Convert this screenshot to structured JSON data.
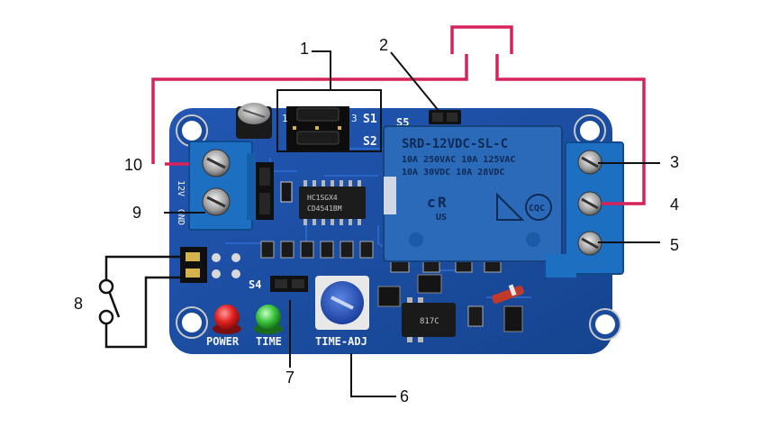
{
  "diagram": {
    "callouts": [
      "1",
      "2",
      "3",
      "4",
      "5",
      "6",
      "7",
      "8",
      "9",
      "10"
    ],
    "board": {
      "silkscreen": {
        "power": "POWER",
        "time": "TIME",
        "time_adj": "TIME-ADJ",
        "s1": "S1",
        "s2": "S2",
        "s4": "S4",
        "s5": "S5",
        "v12": "12V",
        "gnd": "GND",
        "jumper_1": "1",
        "jumper_3": "3"
      },
      "ic_label": [
        "HC1SGX4",
        "CD4541BM"
      ],
      "relay_label": [
        "SRD-12VDC-SL-C",
        "10A 250VAC  10A 125VAC",
        "10A 30VDC  10A 28VDC"
      ],
      "relay_marks": [
        "c",
        "R",
        "US",
        "CQC"
      ],
      "optocoupler_label": "817C"
    },
    "colors": {
      "pcb": "#1b4fa8",
      "terminal": "#1d6fc2",
      "relay": "#2b6ab8",
      "wire_red": "#d6245a",
      "wire_black": "#111111",
      "led_power": "#e02020",
      "led_time": "#39c23a"
    }
  }
}
